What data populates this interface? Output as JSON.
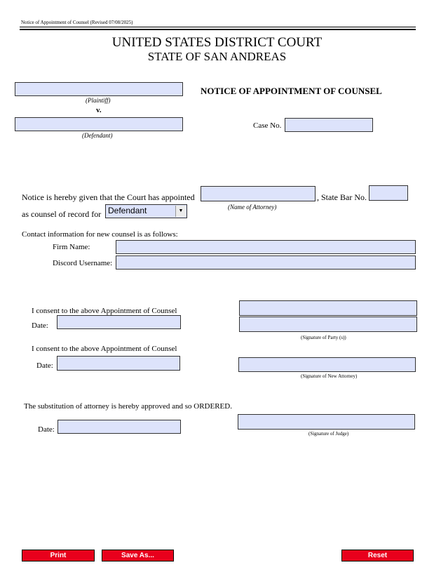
{
  "header": {
    "form_id": "Notice of Appointment of Counsel (Revised 07/08/2025)",
    "court": "UNITED STATES DISTRICT COURT",
    "state": "STATE OF SAN ANDREAS"
  },
  "caption": {
    "plaintiff_value": "",
    "plaintiff_label": "(Plaintiff)",
    "versus": "v.",
    "defendant_value": "",
    "defendant_label": "(Defendant)",
    "title": "NOTICE OF APPOINTMENT OF COUNSEL",
    "case_no_label": "Case No.",
    "case_no_value": ""
  },
  "notice": {
    "text_before": "Notice is hereby given that the Court has appointed",
    "attorney_value": "",
    "attorney_label": "(Name of Attorney)",
    "state_bar_label": ", State Bar No.",
    "state_bar_value": "",
    "record_label": "as counsel of record for",
    "party_selected": "Defendant"
  },
  "contact": {
    "intro": "Contact information for new counsel is as follows:",
    "firm_label": "Firm Name:",
    "firm_value": "",
    "discord_label": "Discord Username:",
    "discord_value": ""
  },
  "consent1": {
    "text": "I consent to the above Appointment of Counsel",
    "date_label": "Date:",
    "date_value": "",
    "sig_value_1": "",
    "sig_value_2": "",
    "sig_label": "(Signature of Party (s))"
  },
  "consent2": {
    "text": "I consent to the above Appointment of Counsel",
    "date_label": "Date:",
    "date_value": "",
    "sig_value": "",
    "sig_label": "(Signature of New Attorney)"
  },
  "order": {
    "text": "The substitution of attorney is hereby approved and so ORDERED.",
    "date_label": "Date:",
    "date_value": "",
    "sig_value": "",
    "sig_label": "(Signature of Judge)"
  },
  "buttons": {
    "print": "Print",
    "save_as": "Save As...",
    "reset": "Reset"
  },
  "colors": {
    "field_fill": "#dde3fb",
    "button_red": "#e8001c"
  }
}
